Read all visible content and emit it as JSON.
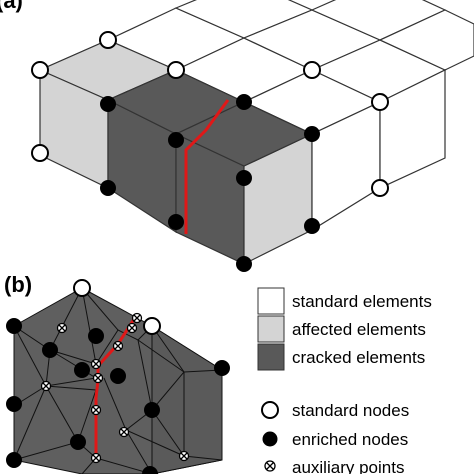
{
  "panel_labels": {
    "a": "(a)",
    "b": "(b)"
  },
  "legend": {
    "elements": [
      {
        "label": "standard elements",
        "color": "#ffffff"
      },
      {
        "label": "affected elements",
        "color": "#d4d4d4"
      },
      {
        "label": "cracked elements",
        "color": "#595959"
      }
    ],
    "nodes": [
      {
        "label": "standard nodes",
        "icon": "open-circle-icon"
      },
      {
        "label": "enriched nodes",
        "icon": "filled-circle-icon"
      },
      {
        "label": "auxiliary points",
        "icon": "circle-cross-icon"
      }
    ]
  },
  "colors": {
    "crack": "#e01818",
    "standard": "#ffffff",
    "affected": "#d4d4d4",
    "cracked": "#595959",
    "cracked_top": "#6a6a6a",
    "mesh_b": "#5f5f5f"
  }
}
